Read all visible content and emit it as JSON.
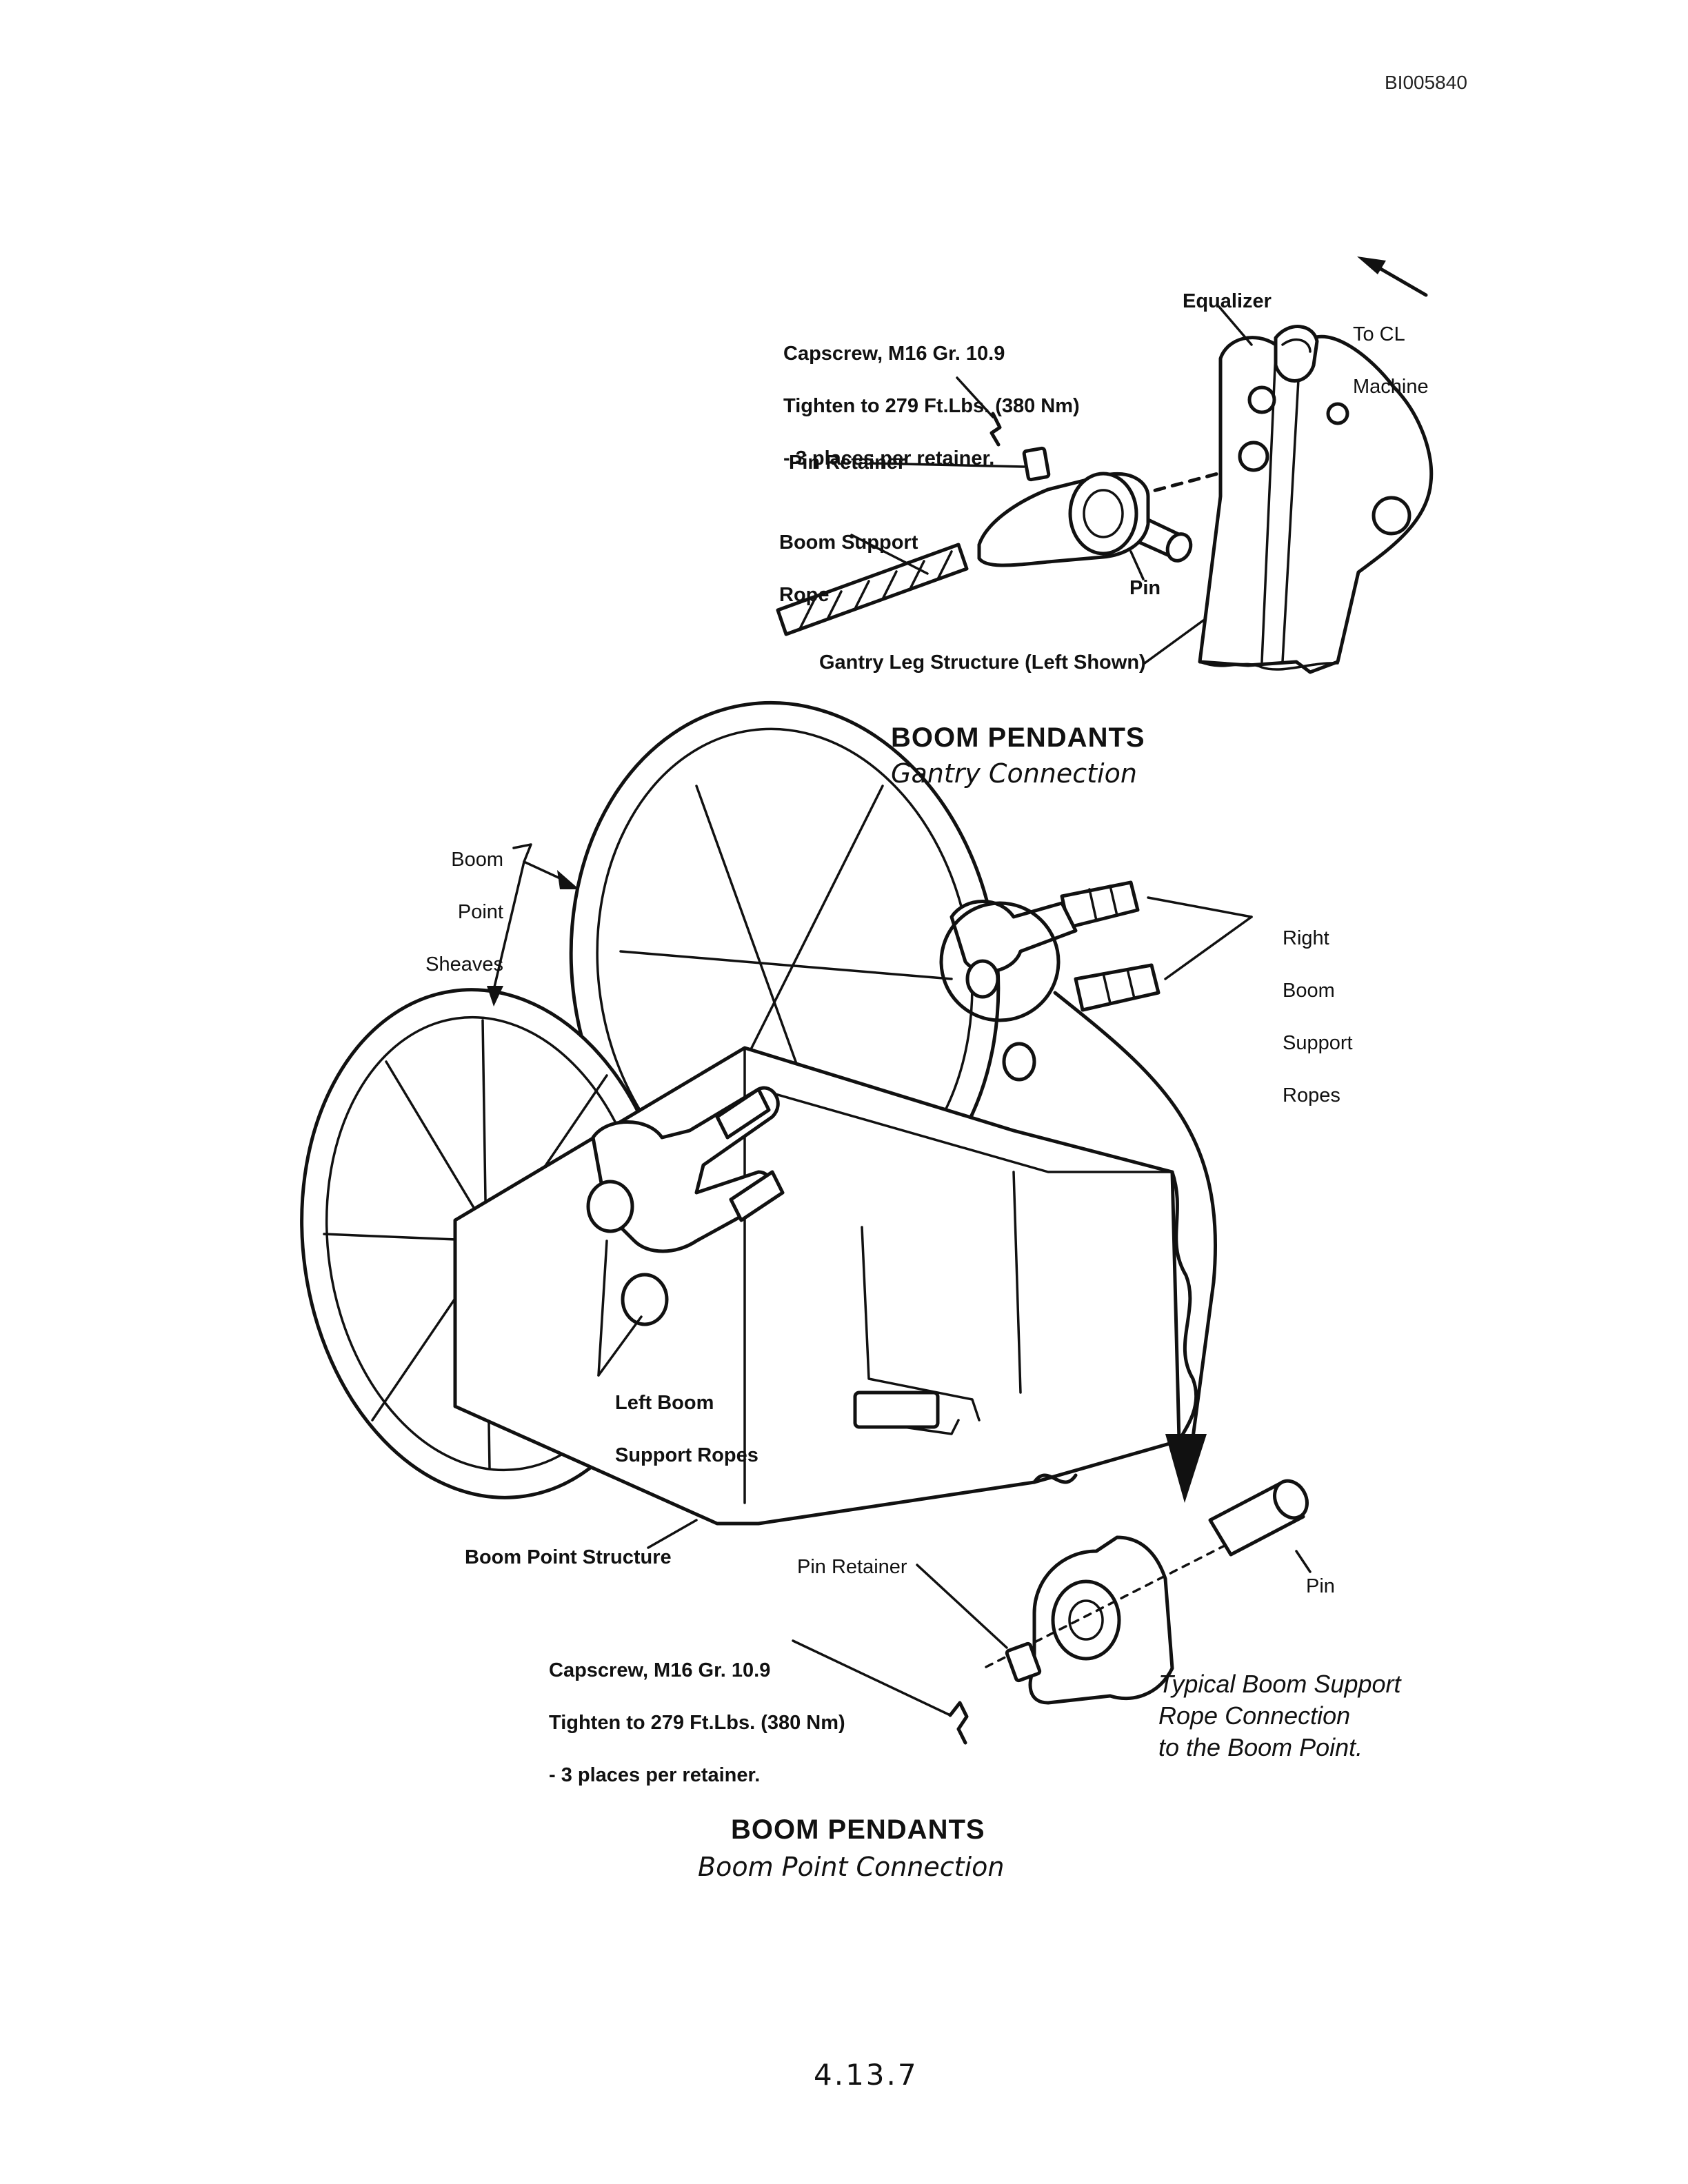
{
  "document_id": "BI005840",
  "page_number": "4.13.7",
  "gantry_figure": {
    "callouts": {
      "equalizer": "Equalizer",
      "to_cl_machine": [
        "To CL",
        "Machine"
      ],
      "capscrew": [
        "Capscrew, M16 Gr. 10.9",
        "Tighten to 279 Ft.Lbs. (380 Nm)",
        "- 3 places per retainer."
      ],
      "pin_retainer": "Pin Retainer",
      "boom_support_rope": [
        "Boom Support",
        "Rope"
      ],
      "pin": "Pin",
      "gantry_leg": "Gantry Leg Structure (Left Shown)"
    },
    "caption_title": "BOOM PENDANTS",
    "caption_subtitle": "Gantry Connection"
  },
  "boom_point_figure": {
    "callouts": {
      "boom_point_sheaves": [
        "Boom",
        "Point",
        "Sheaves"
      ],
      "right_ropes": [
        "Right",
        "Boom",
        "Support",
        "Ropes"
      ],
      "left_ropes": [
        "Left Boom",
        "Support Ropes"
      ],
      "boom_point_structure": "Boom Point Structure",
      "pin_retainer": "Pin Retainer",
      "pin": "Pin",
      "capscrew": [
        "Capscrew, M16 Gr. 10.9",
        "Tighten to 279 Ft.Lbs. (380 Nm)",
        "- 3 places per retainer."
      ],
      "typical_note": [
        "Typical Boom Support",
        "Rope Connection",
        "to the Boom Point."
      ]
    },
    "caption_title": "BOOM PENDANTS",
    "caption_subtitle": "Boom Point Connection"
  }
}
